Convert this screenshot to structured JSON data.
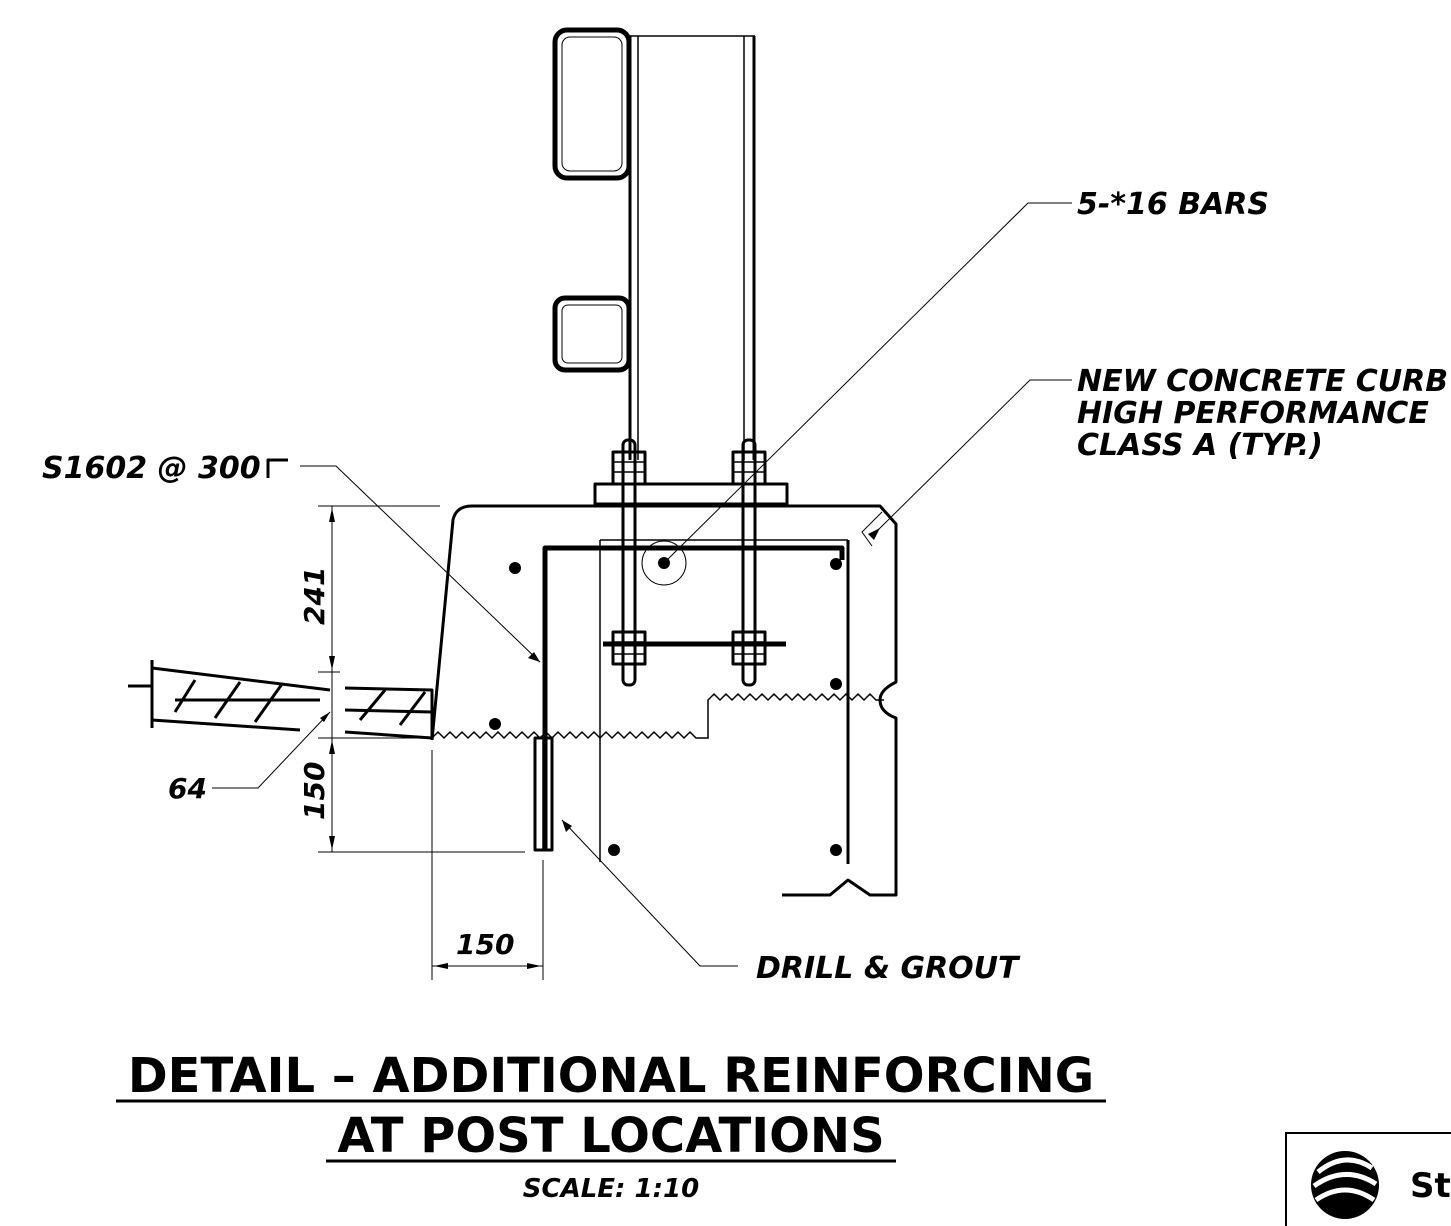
{
  "labels": {
    "bars": "5-*16 BARS",
    "curb_line1": "NEW CONCRETE CURB",
    "curb_line2": "HIGH PERFORMANCE",
    "curb_line3": "CLASS A (TYP.)",
    "stirrup": "S1602 @ 300",
    "drill": "DRILL & GROUT"
  },
  "dimensions": {
    "height_upper": "241",
    "asphalt": "64",
    "height_lower": "150",
    "width": "150"
  },
  "title": {
    "line1": "DETAIL – ADDITIONAL REINFORCING",
    "line2": "AT POST LOCATIONS",
    "scale": "SCALE: 1:10"
  },
  "logo": {
    "text": "St",
    "icon": "swirl-logo-icon"
  },
  "colors": {
    "ink": "#000000",
    "paper": "#ffffff"
  }
}
